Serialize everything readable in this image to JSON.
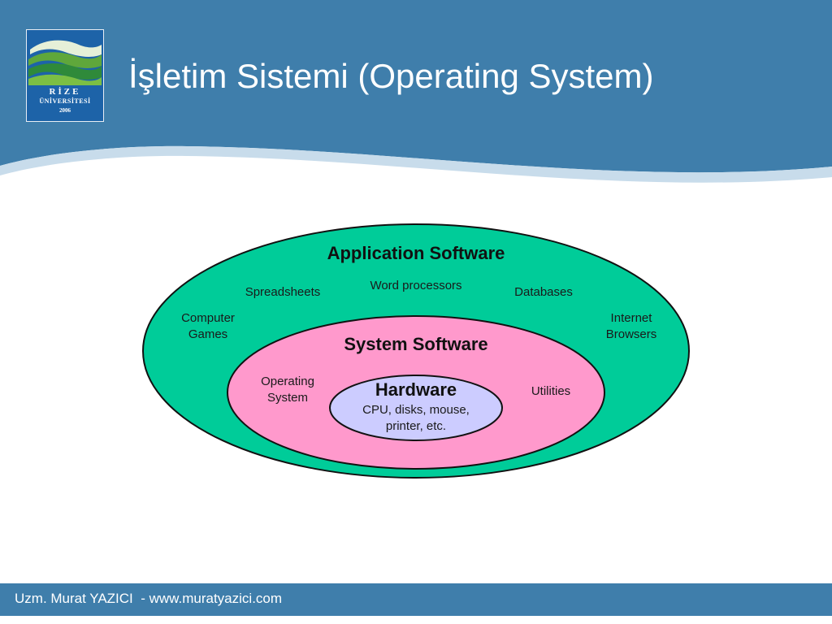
{
  "header": {
    "title": "İşletim Sistemi (Operating System)",
    "band_color": "#3f7eab",
    "logo": {
      "line1": "RİZE",
      "line2": "ÜNİVERSİTESİ",
      "line3": "2006"
    }
  },
  "diagram": {
    "application_software": {
      "title": "Application Software",
      "color": "#00cc99",
      "items": [
        "Spreadsheets",
        "Word processors",
        "Databases",
        "Computer\nGames",
        "Internet\nBrowsers"
      ]
    },
    "system_software": {
      "title": "System Software",
      "color": "#ff99cc",
      "items": [
        "Operating\nSystem",
        "Utilities"
      ]
    },
    "hardware": {
      "title": "Hardware",
      "color": "#ccccff",
      "description": "CPU, disks, mouse,\nprinter, etc."
    }
  },
  "footer": {
    "text": "Uzm. Murat YAZICI  - www.muratyazici.com",
    "color": "#3f7eab"
  }
}
